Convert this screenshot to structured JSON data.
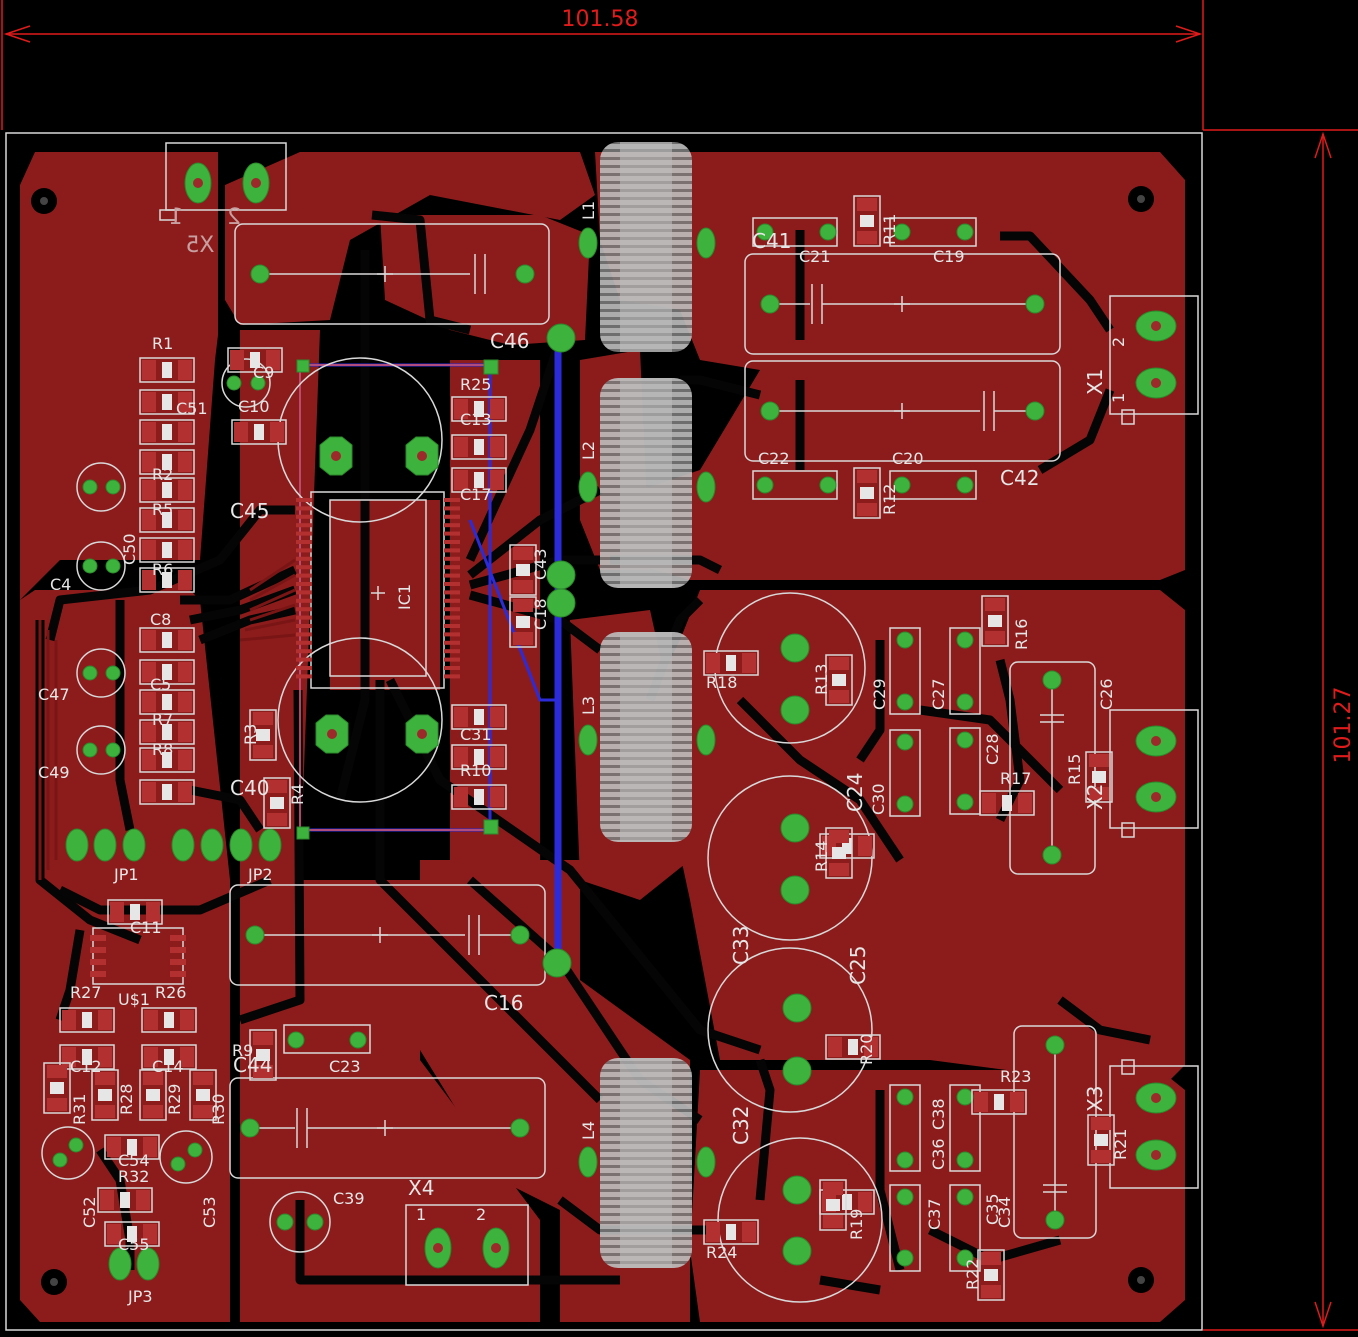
{
  "dimensions": {
    "width": "101.58",
    "height": "101.27"
  },
  "labels": {
    "x5": "X5",
    "x1": "X1",
    "x2": "X2",
    "x3": "X3",
    "x4": "X4",
    "l1": "L1",
    "l2": "L2",
    "l3": "L3",
    "l4": "L4",
    "c41": "C41",
    "c21": "C21",
    "r11": "R11",
    "c19": "C19",
    "c22": "C22",
    "c20": "C20",
    "r12": "R12",
    "c42": "C42",
    "c46": "C46",
    "c45": "C45",
    "c40": "C40",
    "c16": "C16",
    "c44": "C44",
    "c23": "C23",
    "c39": "C39",
    "ic1": "IC1",
    "r25": "R25",
    "c13": "C13",
    "c17": "C17",
    "c43": "C43",
    "c18": "C18",
    "c31": "C31",
    "r10": "R10",
    "r1": "R1",
    "c51": "C51",
    "c9": "C9",
    "c10": "C10",
    "r2": "R2",
    "r5": "R5",
    "r6": "R6",
    "c50": "C50",
    "c4": "C4",
    "c8": "C8",
    "c5": "C5",
    "r7": "R7",
    "r8": "R8",
    "c47": "C47",
    "c49": "C49",
    "r3": "R3",
    "r4": "R4",
    "jp1": "JP1",
    "jp2": "JP2",
    "jp3": "JP3",
    "c11": "C11",
    "us1": "U$1",
    "r27": "R27",
    "r26": "R26",
    "c12": "C12",
    "c14": "C14",
    "r31": "R31",
    "r28": "R28",
    "r29": "R29",
    "r30": "R30",
    "c54": "C54",
    "r32": "R32",
    "c55": "C55",
    "c52": "C52",
    "c53": "C53",
    "r9": "R9",
    "r18": "R18",
    "r13": "R13",
    "c29": "C29",
    "c27": "C27",
    "r16": "R16",
    "c26": "C26",
    "c28": "C28",
    "r15": "R15",
    "r17": "R17",
    "c24": "C24",
    "c30": "C30",
    "r14": "R14",
    "c33": "C33",
    "c25": "C25",
    "r20": "R20",
    "r23": "R23",
    "c32": "C32",
    "c38": "C38",
    "c36": "C36",
    "r21": "R21",
    "c37": "C37",
    "c35": "C35",
    "c34": "C34",
    "r19": "R19",
    "r24": "R24",
    "r22": "R22",
    "pin1": "1",
    "pin2": "2"
  },
  "colors": {
    "copper": "#8c1c1c",
    "outline": "#d9d9d9",
    "pad": "#3db33d",
    "dimension": "#e01b1b",
    "background": "#000000"
  }
}
